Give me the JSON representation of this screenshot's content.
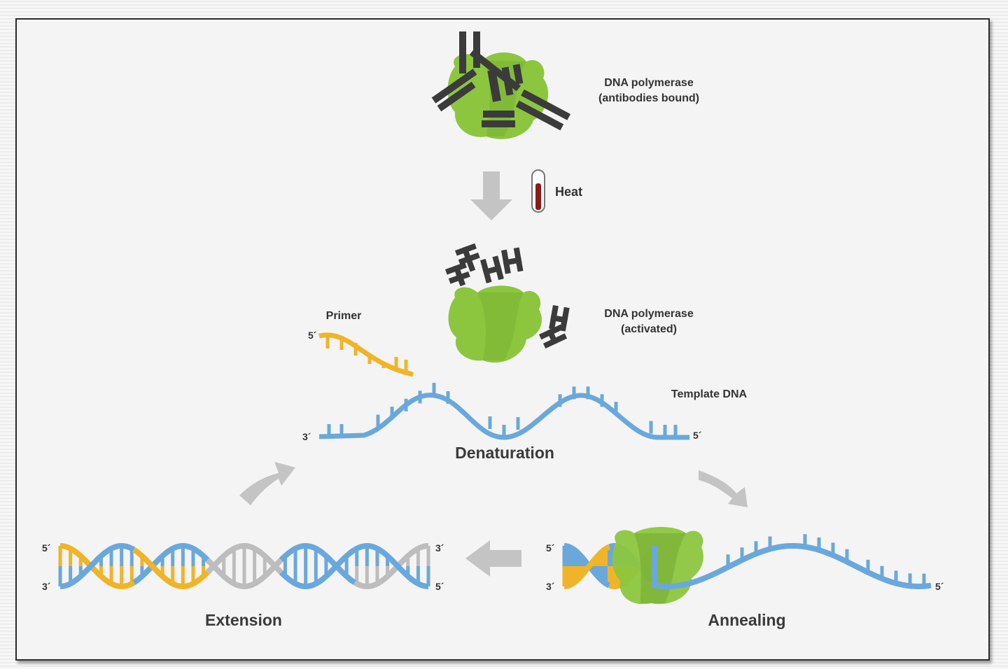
{
  "labels": {
    "polymerase_bound_1": "DNA polymerase",
    "polymerase_bound_2": "(antibodies bound)",
    "heat": "Heat",
    "polymerase_active_1": "DNA polymerase",
    "polymerase_active_2": "(activated)",
    "primer": "Primer",
    "template_dna": "Template DNA",
    "denaturation": "Denaturation",
    "extension": "Extension",
    "annealing": "Annealing"
  },
  "strand_ends": {
    "primer_5": "5´",
    "template_3": "3´",
    "template_5": "5´",
    "ext_left_top": "5´",
    "ext_left_bottom": "3´",
    "ext_right_top": "3´",
    "ext_right_bottom": "5´",
    "ann_left_top": "5´",
    "ann_left_bottom": "3´",
    "ann_right": "5´"
  },
  "colors": {
    "polymerase": "#8cc63f",
    "polymerase_dark": "#6fa52c",
    "antibody": "#3b3b3b",
    "template_strand": "#6aa8dc",
    "primer_strand": "#f0b429",
    "new_strand": "#bdbdbd",
    "arrow": "#c4c4c4",
    "thermometer": "#8b1a1a"
  },
  "icons": [
    "antibody-icon",
    "thermometer-icon",
    "down-arrow-icon",
    "cycle-arrow-icon"
  ]
}
